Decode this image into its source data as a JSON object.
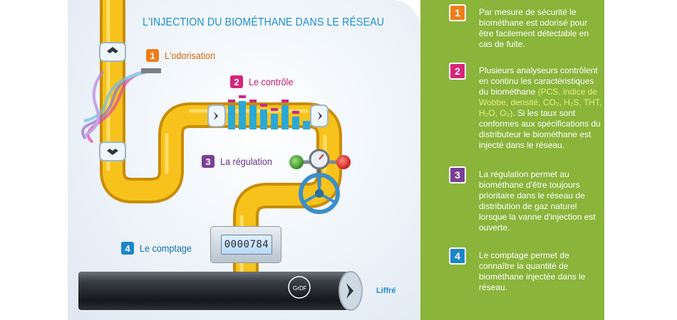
{
  "title": "L'INJECTION DU BIOMÉTHANE DANS LE RÉSEAU",
  "steps": [
    {
      "number": "1",
      "label": "L'odorisation"
    },
    {
      "number": "2",
      "label": "Le contrôle"
    },
    {
      "number": "3",
      "label": "La régulation"
    },
    {
      "number": "4",
      "label": "Le comptage"
    }
  ],
  "meter_value": "0000784",
  "place": "Liffré",
  "logo_text": "GrDF",
  "explanations": [
    {
      "number": "1",
      "text": "Par mesure de sécurité le biométhane est odorisé pour être facilement détectable en cas de fuite."
    },
    {
      "number": "2",
      "text_before": "Plusieurs analyseurs contrôlent en continu les caractéristiques du biométhane ",
      "highlight": "(PCS, indice de Wobbe, densité, CO₂, H₂S, THT, H₂O, O₂)",
      "text_after": ". Si les taux sont conformes aux spécifications du distributeur le biométhane est injecté dans le réseau."
    },
    {
      "number": "3",
      "text": "La régulation permet au biométhane d'être toujours prioritaire dans le réseau de distribution de gaz naturel lorsque la vanne d'injection est ouverte."
    },
    {
      "number": "4",
      "text": "Le comptage permet de connaître la quantité de biométhane injectée dans le réseau."
    }
  ],
  "colors": {
    "panel_green": "#8ab43a",
    "title_blue": "#1f8fd0",
    "pipe_yellow": "#f7c21b",
    "step1": "#ef7d1a",
    "step2": "#d6257a",
    "step3": "#7a3f96",
    "step4": "#1b86c7"
  },
  "icons": [
    "gas-pipe-icon",
    "odorant-plume-icon",
    "analyzer-bars-icon",
    "valve-wheel-icon",
    "gauge-icon",
    "meter-icon",
    "grdf-logo-icon"
  ]
}
